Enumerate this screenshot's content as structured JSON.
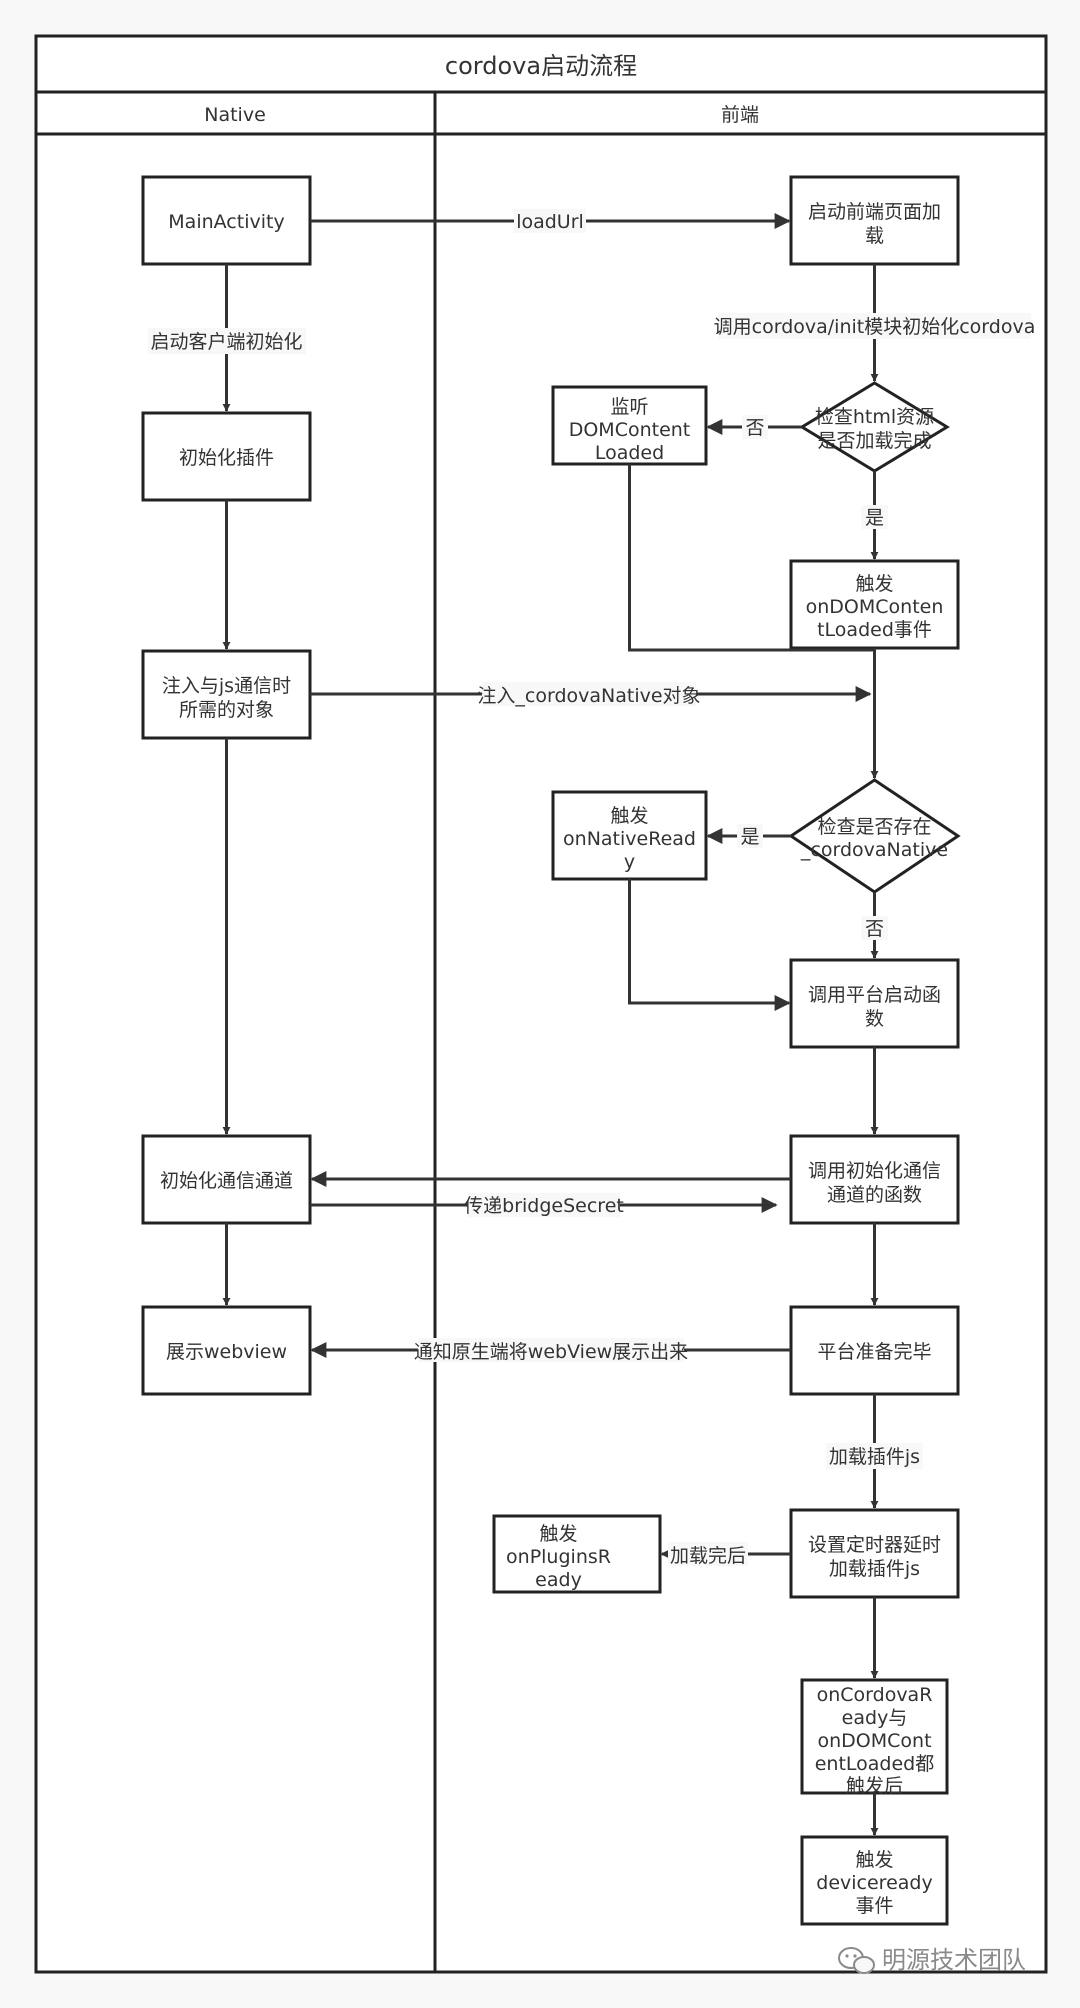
{
  "title": "cordova启动流程",
  "lanes": {
    "native": "Native",
    "frontend": "前端"
  },
  "nodes": {
    "main_activity": "MainActivity",
    "init_plugins": "初始化插件",
    "inject": [
      "注入与js通信时",
      "所需的对象"
    ],
    "init_channel": "初始化通信通道",
    "show_webview": "展示webview",
    "start_page": [
      "启动前端页面加",
      "载"
    ],
    "check_html": [
      "检查html资源",
      "是否加载完成"
    ],
    "listen_dom": [
      "监听",
      "DOMContent",
      "Loaded"
    ],
    "fire_dom": [
      "触发",
      "onDOMConten",
      "tLoaded事件"
    ],
    "check_native": [
      "检查是否存在",
      "_cordovaNative"
    ],
    "fire_native": [
      "触发",
      "onNativeRead",
      "y"
    ],
    "call_platform": [
      "调用平台启动函",
      "数"
    ],
    "call_init_channel": [
      "调用初始化通信",
      "通道的函数"
    ],
    "platform_ready": "平台准备完毕",
    "set_timer": [
      "设置定时器延时",
      "加载插件js"
    ],
    "fire_plugins": [
      "触发",
      "onPluginsR",
      "eady"
    ],
    "both_fired": [
      "onCordovaR",
      "eady与",
      "onDOMCont",
      "entLoaded都",
      "触发后"
    ],
    "deviceready": [
      "触发",
      "deviceready",
      "事件"
    ]
  },
  "edges": {
    "load_url": "loadUrl",
    "start_client_init": "启动客户端初始化",
    "call_init_module": "调用cordova/init模块初始化cordova",
    "no_1": "否",
    "yes_1": "是",
    "inject_native": "注入_cordovaNative对象",
    "yes_2": "是",
    "no_2": "否",
    "pass_secret": "传递bridgeSecret",
    "notify_show": "通知原生端将webView展示出来",
    "load_plugins": "加载插件js",
    "after_load": "加载完后"
  },
  "watermark": "明源技术团队"
}
